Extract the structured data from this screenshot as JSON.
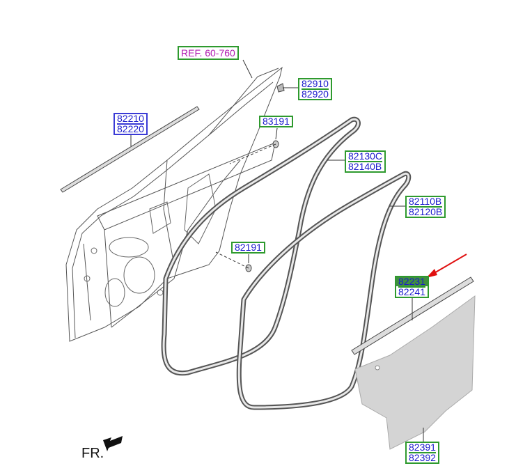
{
  "reference_label": "REF. 60-760",
  "parts": {
    "p82910": [
      "82910",
      "82920"
    ],
    "p82210": [
      "82210",
      "82220"
    ],
    "p83191": [
      "83191"
    ],
    "p82130": [
      "82130C",
      "82140B"
    ],
    "p82110": [
      "82110B",
      "82120B"
    ],
    "p82191": [
      "82191"
    ],
    "p82231": [
      "82231",
      "82241"
    ],
    "p82391": [
      "82391",
      "82392"
    ]
  },
  "orientation_label": "FR.",
  "colors": {
    "label_text": "#1a1acc",
    "label_border": "#2e9a2e",
    "ref_text": "#b01ab0",
    "highlight": "#3f8f3f",
    "pointer_arrow": "#e01010"
  }
}
